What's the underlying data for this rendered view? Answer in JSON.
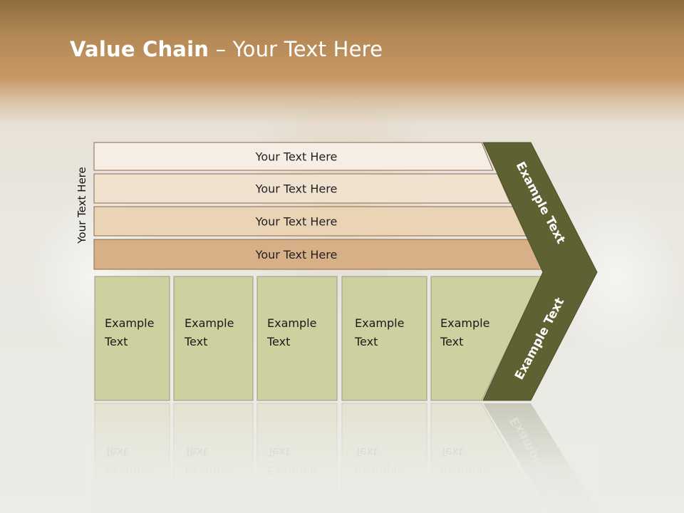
{
  "slide": {
    "title_bold": "Value Chain",
    "title_rest": " – Your Text Here",
    "side_label": "Your Text Here"
  },
  "bands": [
    {
      "label": "Your Text Here",
      "color": "#f6eee5"
    },
    {
      "label": "Your Text Here",
      "color": "#f1e2d0"
    },
    {
      "label": "Your Text Here",
      "color": "#ebd3b6"
    },
    {
      "label": "Your Text Here",
      "color": "#d8b088"
    }
  ],
  "cards": [
    {
      "line1": "Example",
      "line2": "Text"
    },
    {
      "line1": "Example",
      "line2": "Text"
    },
    {
      "line1": "Example",
      "line2": "Text"
    },
    {
      "line1": "Example",
      "line2": "Text"
    },
    {
      "line1": "Example",
      "line2": "Text"
    }
  ],
  "chevrons": {
    "upper": "Example Text",
    "lower": "Example Text"
  },
  "colors": {
    "card_fill": "#ced0a0",
    "chevron_fill": "#5e6233",
    "band_stroke": "#8a6a4a"
  }
}
